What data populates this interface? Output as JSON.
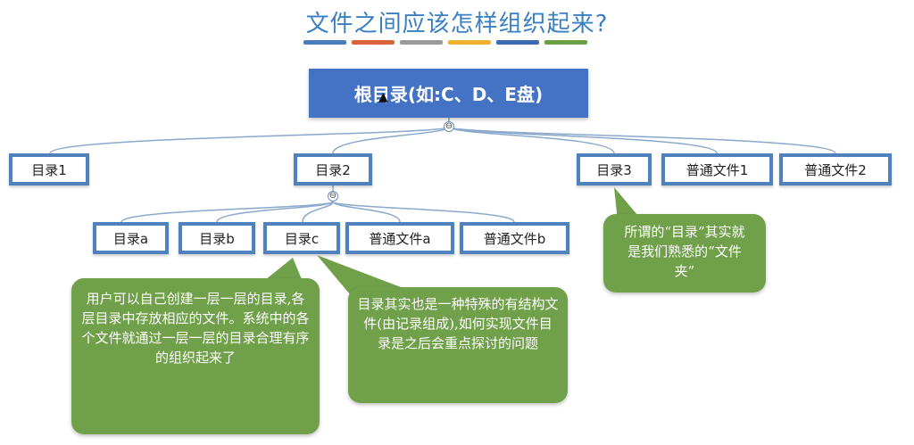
{
  "title": "文件之间应该怎样组织起来?",
  "stripe_colors": [
    "#4a7ebb",
    "#d9643a",
    "#9b9b9b",
    "#f0b030",
    "#3b6ab0",
    "#6aa043"
  ],
  "root": {
    "label": "根目录(如:C、D、E盘)"
  },
  "level1": [
    {
      "label": "目录1"
    },
    {
      "label": "目录2"
    },
    {
      "label": "目录3"
    },
    {
      "label": "普通文件1"
    },
    {
      "label": "普通文件2"
    }
  ],
  "level2": [
    {
      "label": "目录a"
    },
    {
      "label": "目录b"
    },
    {
      "label": "目录c"
    },
    {
      "label": "普通文件a"
    },
    {
      "label": "普通文件b"
    }
  ],
  "collapse_symbol": "⊖",
  "callouts": {
    "user_dirs": "用户可以自己创建一层一层的目录,各层目录中存放相应的文件。系统中的各个文件就通过一层一层的目录合理有序的组织起来了",
    "dir_is_file": "目录其实也是一种特殊的有结构文件(由记录组成),如何实现文件目录是之后会重点探讨的问题",
    "dir_is_folder": "所谓的“目录”其实就是我们熟悉的“文件夹”"
  },
  "colors": {
    "title": "#3a7fc1",
    "root_fill": "#4472c4",
    "node_border": "#4f81bd",
    "connector": "#8aa8cc",
    "callout_fill": "#70a04a"
  }
}
